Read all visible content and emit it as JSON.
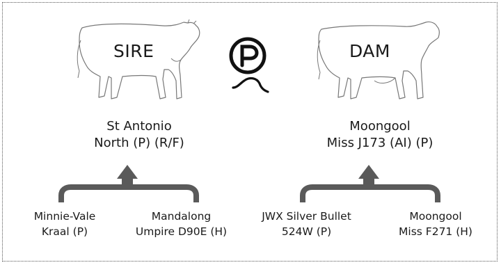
{
  "sire": {
    "label": "SIRE",
    "name_line1": "St Antonio",
    "name_line2": "North (P) (R/F)",
    "parents": [
      {
        "line1": "Minnie-Vale",
        "line2": "Kraal (P)"
      },
      {
        "line1": "Mandalong",
        "line2": "Umpire D90E (H)"
      }
    ]
  },
  "dam": {
    "label": "DAM",
    "name_line1": "Moongool",
    "name_line2": "Miss J173 (AI) (P)",
    "parents": [
      {
        "line1": "JWX Silver Bullet",
        "line2": "524W (P)"
      },
      {
        "line1": "Moongool",
        "line2": "Miss F271 (H)"
      }
    ]
  },
  "polled_symbol": {
    "icon": "polled-p-icon",
    "letter": "P"
  },
  "colors": {
    "outline": "#555555",
    "bracket": "#5a5a5a",
    "text": "#1a1a1a"
  }
}
